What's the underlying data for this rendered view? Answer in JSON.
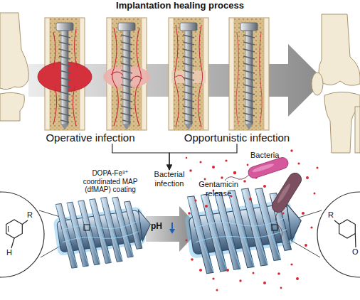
{
  "diagram": {
    "title": "Implantation healing process",
    "nodes": [
      {
        "text": [
          "Operative infection"
        ]
      },
      {
        "text": [
          "Opportunistic infection"
        ]
      },
      {
        "text": [
          "Bacterial infection"
        ]
      }
    ],
    "edges": [
      {
        "from": 0,
        "to": 2,
        "arrow": "to"
      },
      {
        "from": 1,
        "to": 2,
        "arrow": "to"
      }
    ],
    "labels": [
      "DOPA-Fe³⁺ coordinated MAP (dfMAP) coating",
      "pH",
      "Gentamicin release",
      "Bacteria",
      "R",
      "H",
      "R",
      "O"
    ]
  }
}
